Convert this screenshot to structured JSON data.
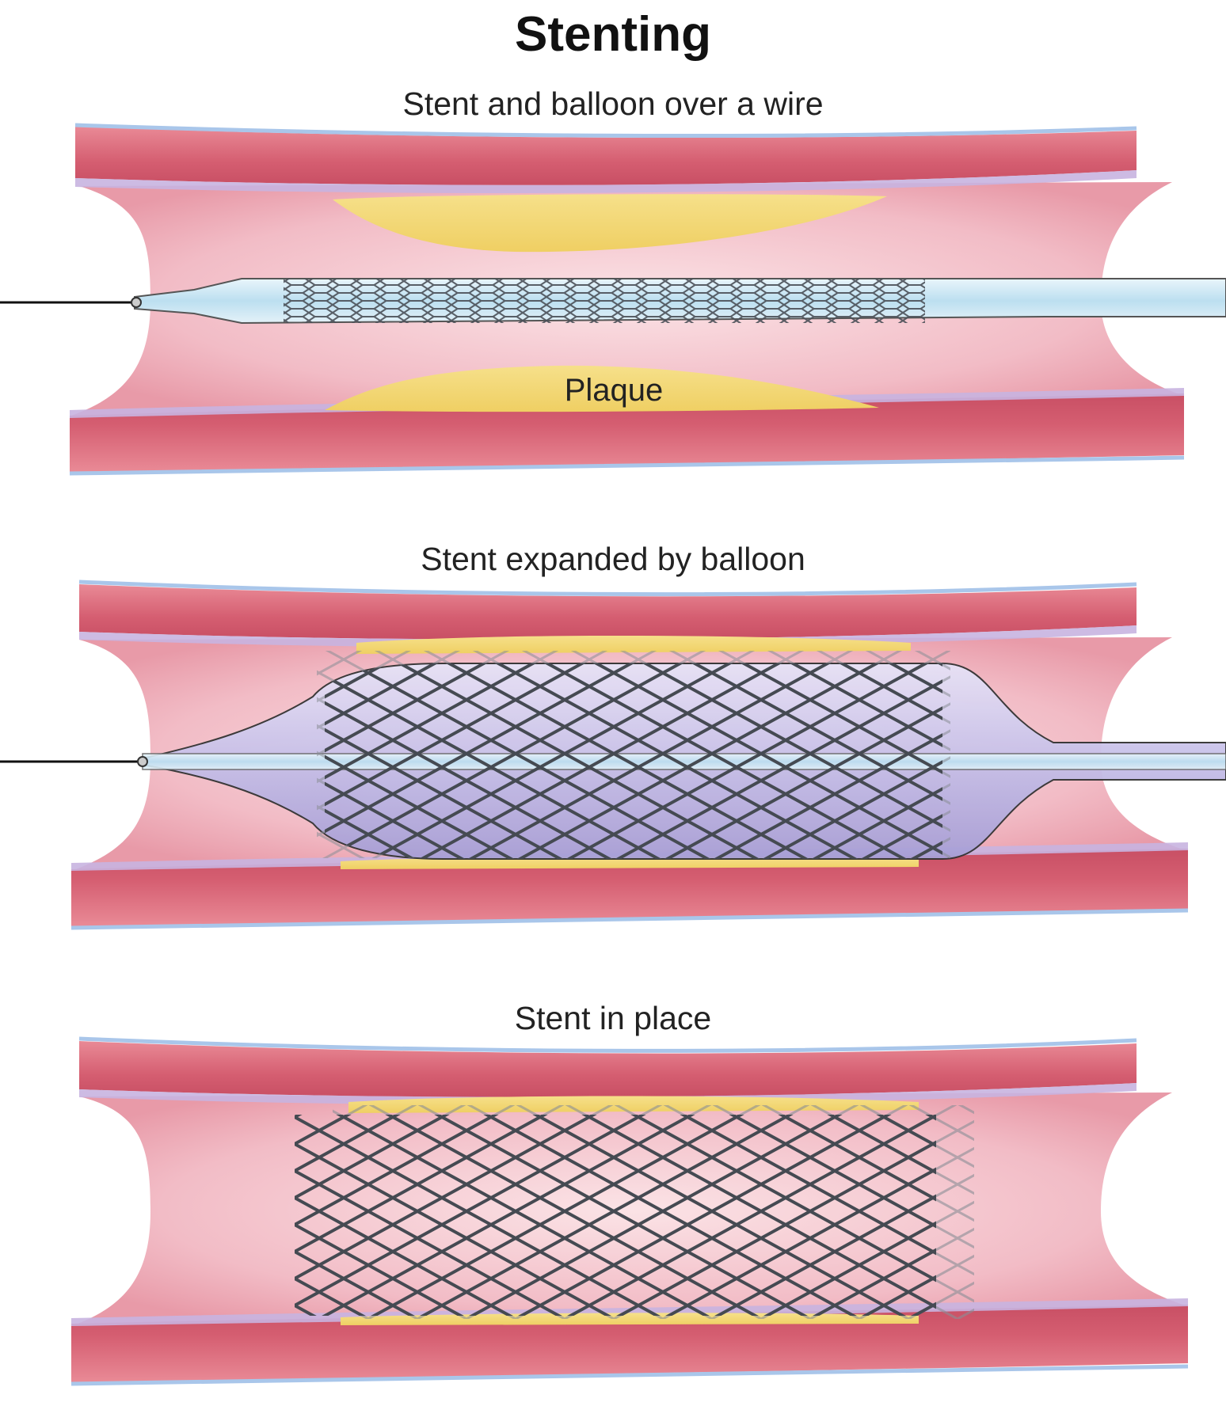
{
  "title": "Stenting",
  "panels": [
    {
      "id": "wire",
      "subtitle": "Stent and balloon over a wire",
      "label": "Plaque"
    },
    {
      "id": "expand",
      "subtitle": "Stent expanded by balloon"
    },
    {
      "id": "place",
      "subtitle": "Stent in place"
    }
  ],
  "colors": {
    "vessel_wall": "#d8687a",
    "lumen": "#f3c7cf",
    "plaque": "#f1d77a",
    "stent": "#4a4f57",
    "balloon": "#c9c3e6",
    "catheter": "#bfe0f2"
  }
}
